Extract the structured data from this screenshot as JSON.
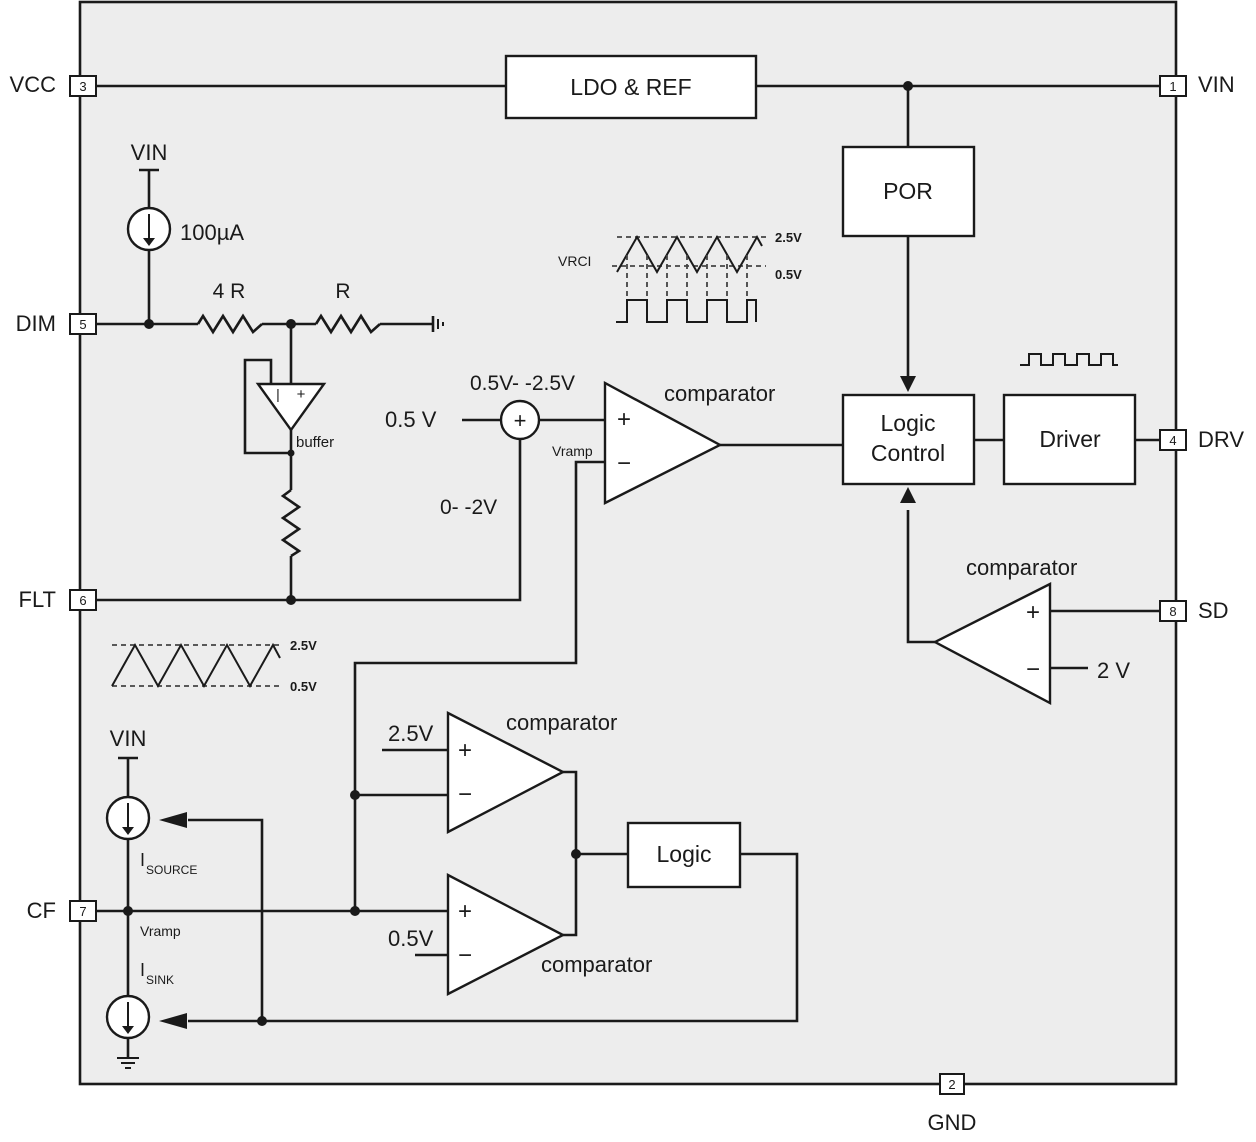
{
  "colors": {
    "chip_fill": "#ededed",
    "wire": "#1a1a1a",
    "block_fill": "#ffffff"
  },
  "pins": {
    "vcc": {
      "number": "3",
      "name": "VCC"
    },
    "vin": {
      "number": "1",
      "name": "VIN"
    },
    "dim": {
      "number": "5",
      "name": "DIM"
    },
    "flt": {
      "number": "6",
      "name": "FLT"
    },
    "cf": {
      "number": "7",
      "name": "CF"
    },
    "drv": {
      "number": "4",
      "name": "DRV"
    },
    "sd": {
      "number": "8",
      "name": "SD"
    },
    "gnd": {
      "number": "2",
      "name": "GND"
    }
  },
  "blocks": {
    "ldo": "LDO & REF",
    "por": "POR",
    "logic_control": [
      "Logic",
      "Control"
    ],
    "driver": "Driver",
    "logic": "Logic"
  },
  "labels": {
    "vin_top": "VIN",
    "current_100": "100µA",
    "r4": "4 R",
    "r": "R",
    "buffer": "buffer",
    "half_volt": "0.5 V",
    "sum_plus": "+",
    "sum_range": "0.5V- -2.5V",
    "zero_range": "0- -2V",
    "vramp_top": "Vramp",
    "comparator_main": "comparator",
    "comparator_sd": "comparator",
    "comparator_upper": "comparator",
    "comparator_lower": "comparator",
    "two_volt": "2 V",
    "ref_2_5": "2.5V",
    "ref_0_5": "0.5V",
    "vin_bottom": "VIN",
    "isource_main": "I",
    "isource_sub": "SOURCE",
    "isink_main": "I",
    "isink_sub": "SINK",
    "vramp_bottom": "Vramp",
    "plus": "+",
    "minus": "−"
  },
  "waveforms": {
    "vrci_label": "VRCI",
    "vrci_high": "2.5V",
    "vrci_low": "0.5V",
    "ramp_high": "2.5V",
    "ramp_low": "0.5V"
  }
}
